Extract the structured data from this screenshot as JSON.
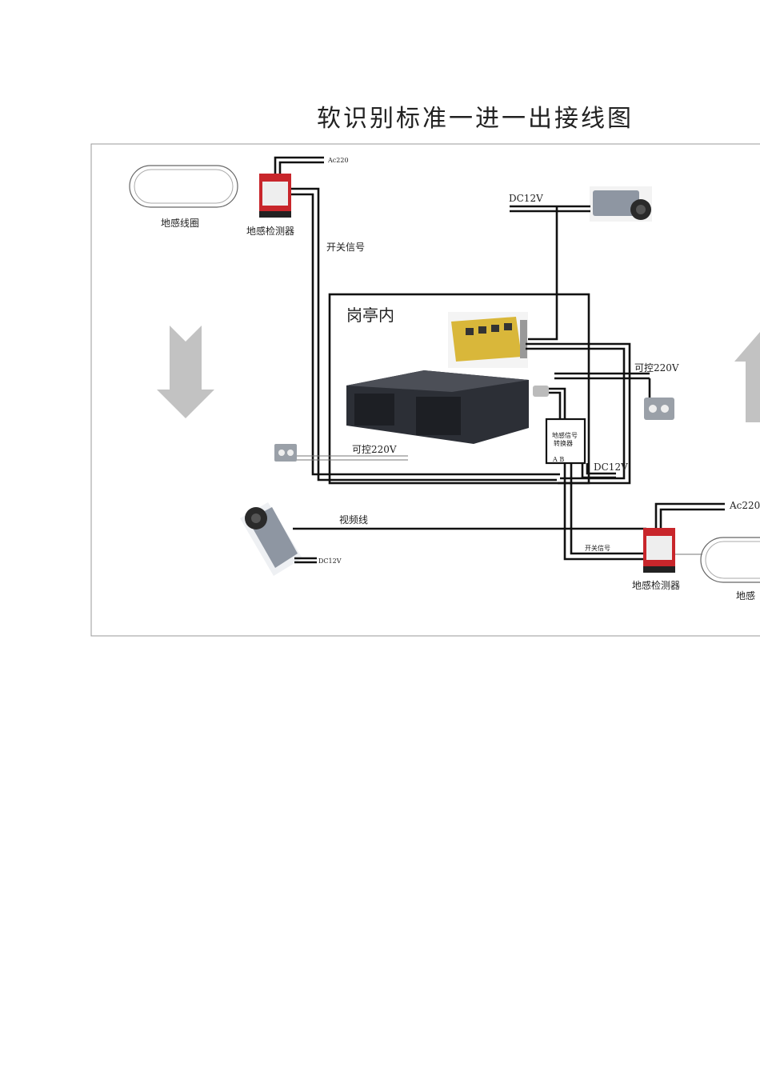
{
  "title": "软识别标准一进一出接线图",
  "labels": {
    "loop_left": "地感线圈",
    "detector_top": "地感检测器",
    "ac220_top": "Ac220",
    "switch_signal_top": "开关信号",
    "dc12v_camera_top": "DC12V",
    "booth": "岗亭内",
    "controllable_220v_right": "可控220V",
    "controllable_220v_left": "可控220V",
    "converter_line1": "地感信号",
    "converter_line2": "转换器",
    "converter_ports": "A B",
    "dc12v_converter": "DC12V",
    "ac220_bottom": "Ac220",
    "video_line": "视频线",
    "dc12v_camera_bottom": "DC12V",
    "switch_signal_bottom": "开关信号",
    "detector_bottom": "地感检测器",
    "loop_right_partial": "地感"
  },
  "colors": {
    "wire": "#111111",
    "detector_red": "#c8262b",
    "card_yellow": "#d9b73a",
    "server_dark": "#2c2f36",
    "arrow_gray": "#c2c2c2",
    "camera_gray": "#8e96a2"
  },
  "icons": {
    "arrow_left": "down-arrow-icon",
    "arrow_right": "up-arrow-icon"
  }
}
